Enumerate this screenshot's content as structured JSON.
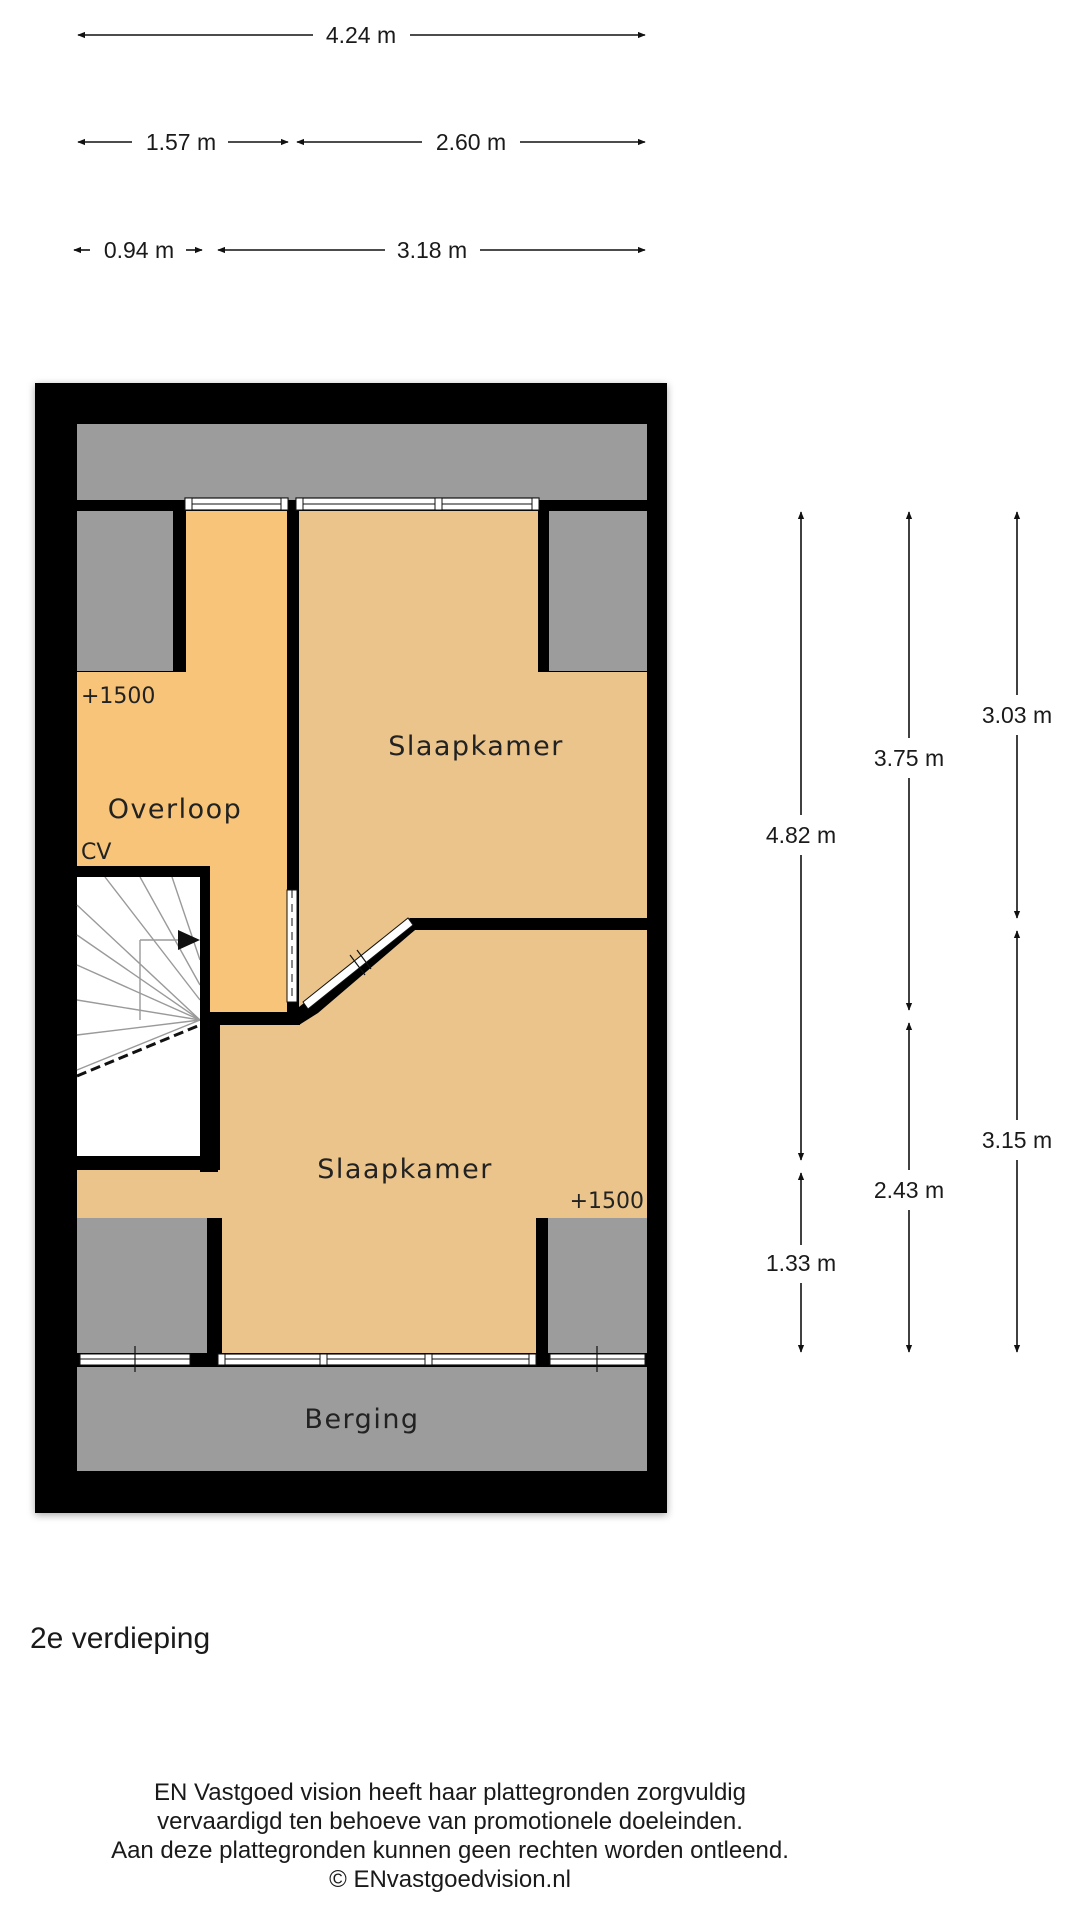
{
  "dimensions": {
    "horizontal": {
      "total": "4.24 m",
      "row2_left": "1.57 m",
      "row2_right": "2.60 m",
      "row3_left": "0.94 m",
      "row3_right": "3.18 m"
    },
    "vertical": {
      "col1_top": "4.82 m",
      "col1_bottom": "1.33 m",
      "col2_top": "3.75 m",
      "col2_bottom": "2.43 m",
      "col3_top": "3.03 m",
      "col3_bottom": "3.15 m"
    }
  },
  "rooms": {
    "slaapkamer_top": "Slaapkamer",
    "overloop": "Overloop",
    "slaapkamer_bottom": "Slaapkamer",
    "berging": "Berging"
  },
  "annotations": {
    "height_marker_left": "+1500",
    "height_marker_right": "+1500",
    "cv": "CV"
  },
  "floor_label": "2e verdieping",
  "disclaimer": [
    "EN Vastgoed vision heeft haar plattegronden zorgvuldig",
    "vervaardigd ten behoeve van promotionele doeleinden.",
    "Aan deze plattegronden kunnen geen rechten worden ontleend.",
    "© ENvastgoedvision.nl"
  ],
  "colors": {
    "wall": "#000000",
    "room_light": "#ebc48c",
    "room_orange": "#f7c479",
    "low_ceiling_gray": "#9c9c9c",
    "stair_white": "#ffffff"
  }
}
